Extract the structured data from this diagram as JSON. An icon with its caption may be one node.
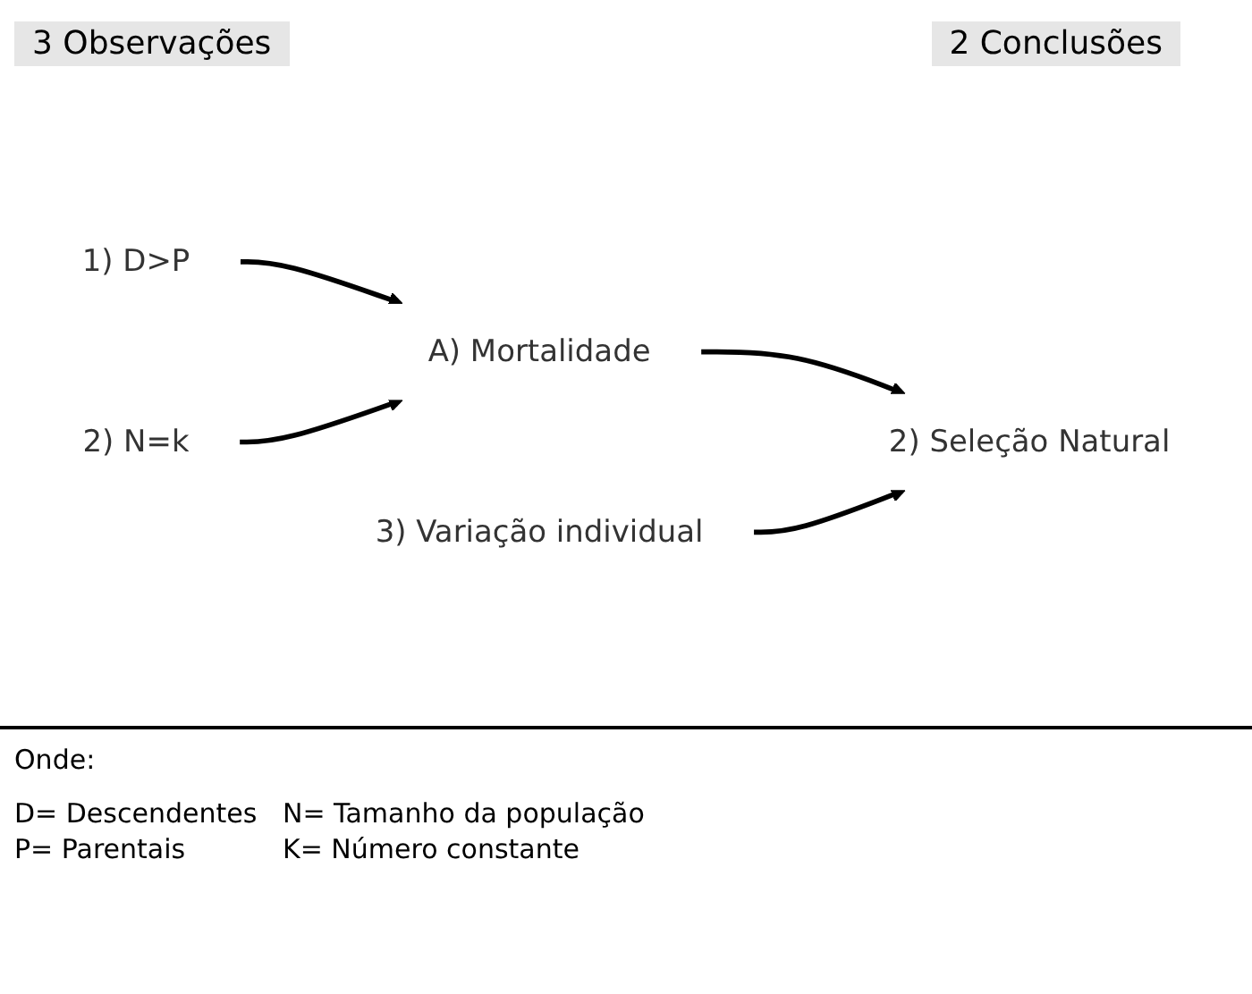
{
  "diagram": {
    "nodes": [
      {
        "text": [
          "1) D>P"
        ]
      },
      {
        "text": [
          "2) N=k"
        ]
      },
      {
        "text": [
          "A) Mortalidade"
        ]
      },
      {
        "text": [
          "3) Variação individual"
        ]
      },
      {
        "text": [
          "2) Seleção Natural"
        ]
      }
    ],
    "edges": [
      {
        "from": 0,
        "to": 2,
        "arrow": "to"
      },
      {
        "from": 1,
        "to": 2,
        "arrow": "to"
      },
      {
        "from": 2,
        "to": 4,
        "arrow": "to"
      },
      {
        "from": 3,
        "to": 4,
        "arrow": "to"
      }
    ],
    "labels": [
      "3 Observações",
      "2 Conclusões",
      "Onde:",
      "D= Descendentes",
      "N= Tamanho da população",
      "P= Parentais",
      "K= Número constante"
    ]
  }
}
